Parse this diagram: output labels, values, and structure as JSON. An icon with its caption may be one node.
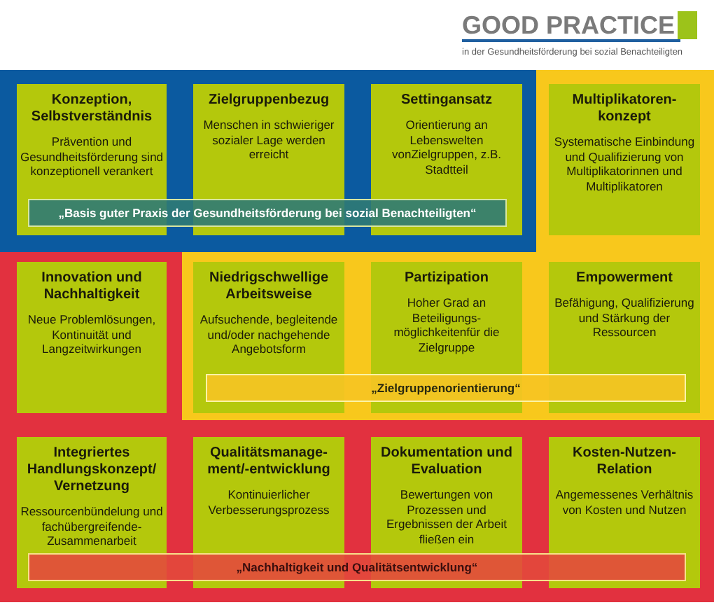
{
  "diagram": {
    "title": "GOOD PRACTICE",
    "nodes": [
      {
        "text": [
          "Konzeption, Selbstverständnis",
          "Prävention und Gesundheitsförderung sind konzeptionell verankert"
        ]
      },
      {
        "text": [
          "Zielgruppenbezug",
          "Menschen in schwieriger sozialer Lage werden erreicht"
        ]
      },
      {
        "text": [
          "Settingansatz",
          "Orientierung an Lebenswelten vonZielgruppen, z.B. Stadtteil"
        ]
      },
      {
        "text": [
          "Multiplikatoren-konzept",
          "Systematische Einbindung und Qualifizierung von Multiplikatorinnen und Multiplikatoren"
        ]
      },
      {
        "text": [
          "Innovation und Nachhaltigkeit",
          "Neue Problemlösungen, Kontinuität und Langzeitwirkungen"
        ]
      },
      {
        "text": [
          "Niedrigschwellige Arbeitsweise",
          "Aufsuchende, begleitende und/oder nachgehende Angebotsform"
        ]
      },
      {
        "text": [
          "Partizipation",
          "Hoher Grad an Beteiligungs-möglichkeitenfür die Zielgruppe"
        ]
      },
      {
        "text": [
          "Empowerment",
          "Befähigung, Qualifizierung und Stärkung der Ressourcen"
        ]
      },
      {
        "text": [
          "Integriertes Handlungskonzept/ Vernetzung",
          "Ressourcenbündelung und fachübergreifende-Zusammenarbeit"
        ]
      },
      {
        "text": [
          "Qualitätsmanage-ment/-entwicklung",
          "Kontinuierlicher Verbesserungsprozess"
        ]
      },
      {
        "text": [
          "Dokumentation und Evaluation",
          "Bewertungen von Prozessen und Ergebnissen der Arbeit fließen ein"
        ]
      },
      {
        "text": [
          "Kosten-Nutzen-Relation",
          "Angemessenes Verhältnis von Kosten und Nutzen"
        ]
      },
      {
        "text": [
          "„Basis guter Praxis der Gesundheitsförderung bei sozial Benachteiligten“"
        ]
      },
      {
        "text": [
          "„Zielgruppenorientierung“"
        ]
      },
      {
        "text": [
          "„Nachhaltigkeit und Qualitätsentwicklung“"
        ]
      }
    ],
    "labels": [
      "in der Gesundheitsförderung bei sozial Benachteiligten"
    ]
  }
}
